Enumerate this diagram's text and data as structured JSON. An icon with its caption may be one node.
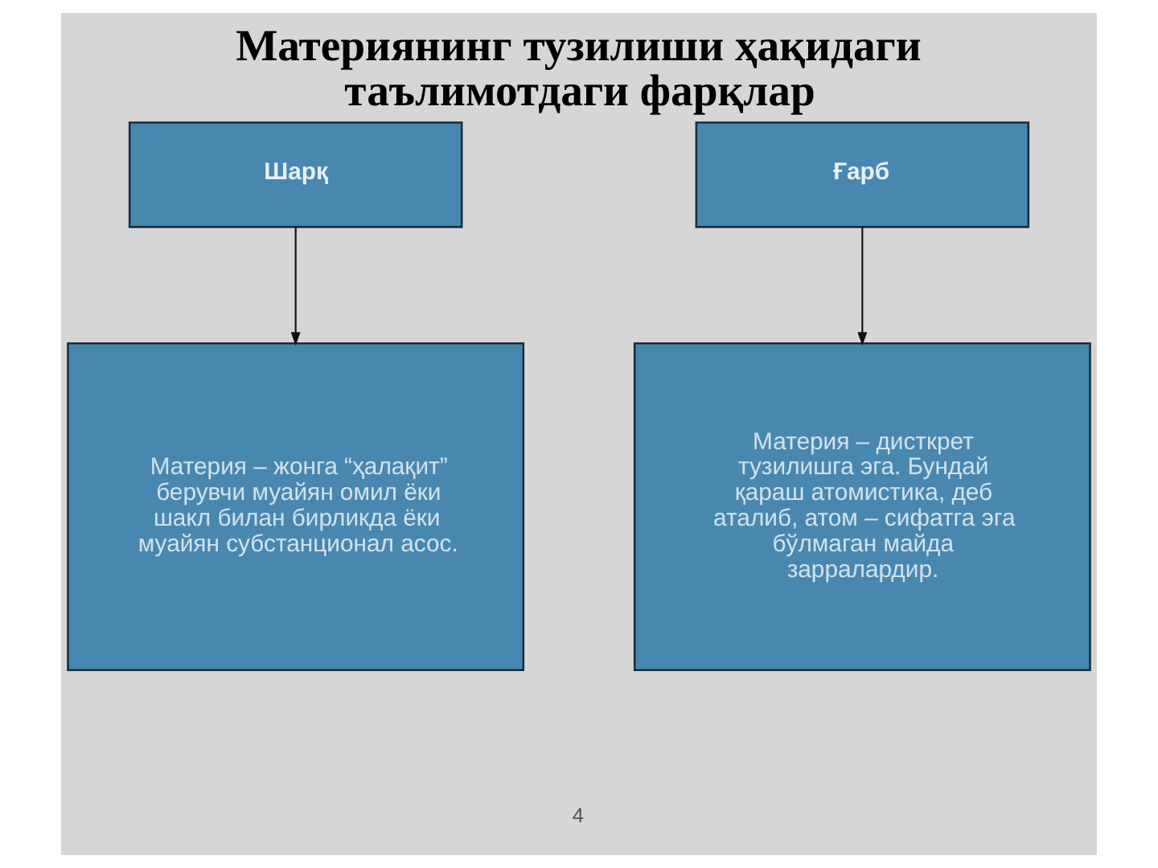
{
  "diagram": {
    "title": "Материянинг тузилиши ҳақидаги таълимотдаги фарқлар",
    "nodes": [
      {
        "text": [
          "Шарқ"
        ]
      },
      {
        "text": [
          "Ғарб"
        ]
      },
      {
        "text": [
          "Материя – жонга “ҳалақит” берувчи муайян омил ёки шакл билан бирликда ёки муайян субстанционал асос."
        ]
      },
      {
        "text": [
          "Материя – дисткрет тузилишга эга. Бундай қараш атомистика, деб аталиб, атом – сифатга эга бўлмаган майда зарралардир."
        ]
      }
    ],
    "edges": [
      {
        "from": 0,
        "to": 2,
        "arrow": "to"
      },
      {
        "from": 1,
        "to": 3,
        "arrow": "to"
      }
    ],
    "labels": [
      "4"
    ]
  }
}
